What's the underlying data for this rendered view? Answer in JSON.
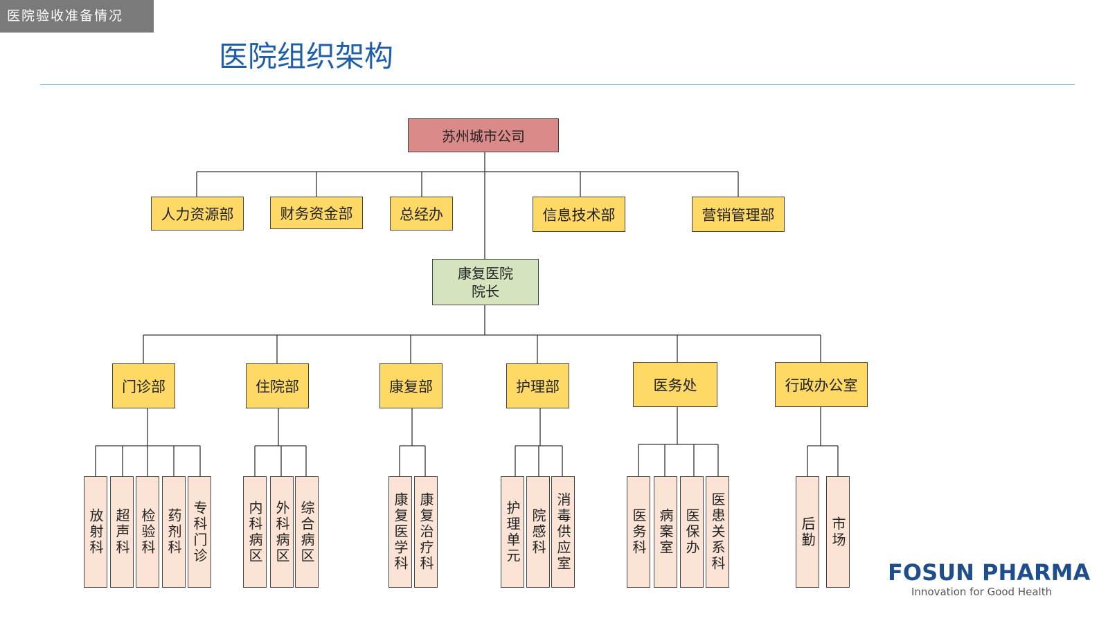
{
  "header": {
    "section_tag": "医院验收准备情况",
    "page_title": "医院组织架构"
  },
  "org": {
    "root": "苏州城市公司",
    "company_depts": [
      "人力资源部",
      "财务资金部",
      "总经办",
      "信息技术部",
      "营销管理部"
    ],
    "hospital": {
      "line1": "康复医院",
      "line2": "院长"
    },
    "departments": [
      {
        "name": "门诊部",
        "units": [
          "放射科",
          "超声科",
          "检验科",
          "药剂科",
          "专科门诊"
        ]
      },
      {
        "name": "住院部",
        "units": [
          "内科病区",
          "外科病区",
          "综合病区"
        ]
      },
      {
        "name": "康复部",
        "units": [
          "康复医学科",
          "康复治疗科"
        ]
      },
      {
        "name": "护理部",
        "units": [
          "护理单元",
          "院感科",
          "消毒供应室"
        ]
      },
      {
        "name": "医务处",
        "units": [
          "医务科",
          "病案室",
          "医保办",
          "医患关系科"
        ]
      },
      {
        "name": "行政办公室",
        "units": [
          "后勤",
          "市场"
        ]
      }
    ]
  },
  "colors": {
    "root_fill": "#d98a89",
    "dept_fill": "#ffd966",
    "hospital_fill": "#d5e3be",
    "unit_fill": "#fbe4d5",
    "title_color": "#1f5fa8",
    "rule_color": "#5b9bd5"
  },
  "logo": {
    "brand": "FOSUN PHARMA",
    "tagline": "Innovation for Good Health"
  }
}
